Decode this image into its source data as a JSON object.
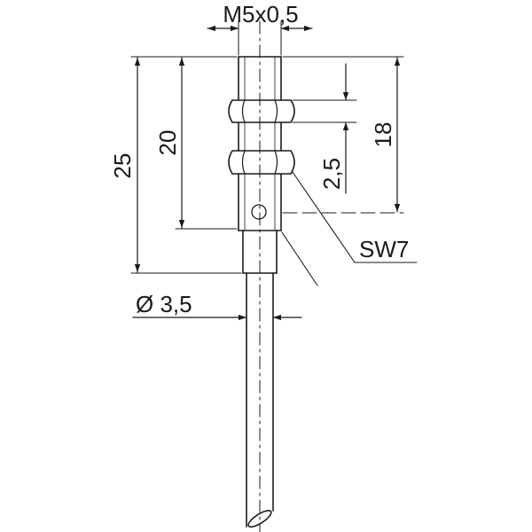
{
  "diagram": {
    "labels": {
      "thread": "M5x0,5",
      "length_total": "25",
      "length_thread": "20",
      "length_sensing": "18",
      "nut_thickness": "2,5",
      "wrench_size": "SW7",
      "cable_diameter": "Ø 3,5"
    },
    "colors": {
      "line": "#1a1a1a",
      "background": "#ffffff"
    }
  }
}
